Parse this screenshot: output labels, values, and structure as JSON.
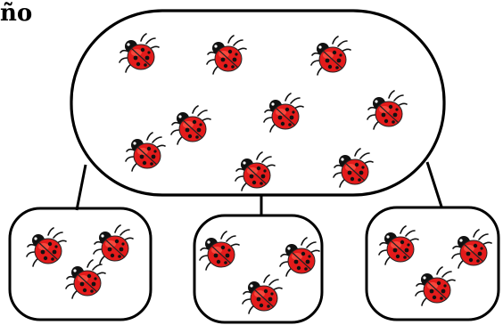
{
  "header": {
    "fragment_text": "ño"
  },
  "diagram": {
    "description_free": true,
    "group_whole": {
      "ladybug_count": 9
    },
    "groups": [
      {
        "ladybug_count": 3
      },
      {
        "ladybug_count": 3
      },
      {
        "ladybug_count": 3
      }
    ],
    "colors": {
      "outline": "#000000",
      "ladybug_shell": "#e31b1b",
      "ladybug_shell_highlight": "#ff5a4a",
      "ladybug_spots": "#111111",
      "ladybug_head": "#111111",
      "ladybug_eye": "#ffffff"
    },
    "icons": [
      "ladybug-icon"
    ]
  }
}
